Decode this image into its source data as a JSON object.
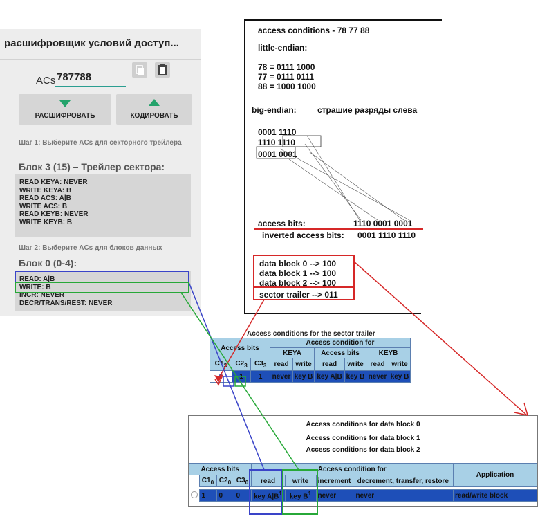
{
  "app": {
    "title": "расшифровщик условий доступ...",
    "acs_label": "ACs",
    "acs_value": "787788",
    "decode_label": "РАСШИФРОВАТЬ",
    "encode_label": "КОДИРОВАТЬ",
    "step1": "Шаг 1: Выберите ACs для секторного трейлера",
    "block3_title": "Блок 3 (15) – Трейлер сектора:",
    "trailer_lines": [
      "READ KEYA: NEVER",
      "WRITE KEYA: B",
      "READ ACS: A|B",
      "WRITE ACS: B",
      "READ KEYB: NEVER",
      "WRITE KEYB: B"
    ],
    "step2": "Шаг 2: Выберите ACs для блоков данных",
    "block0_title": "Блок 0 (0-4):",
    "data_lines": [
      "READ: A|B",
      "WRITE: B",
      "INCR: NEVER",
      "DECR/TRANS/REST: NEVER"
    ]
  },
  "note": {
    "title": "access conditions - 78 77 88",
    "little_endian": "little-endian:",
    "le_lines": [
      "78 = 0111 1000",
      "77 = 0111 0111",
      "88 = 1000 1000"
    ],
    "big_endian": "big-endian:",
    "big_endian_comment": "страшие разряды слева",
    "be_lines": [
      "0001 1110",
      "1110 1110",
      "0001 0001"
    ],
    "access_bits_label": "access bits:",
    "access_bits_value": "1110 0001 0001",
    "inverted_label": "inverted access bits:",
    "inverted_value": "0001 1110 1110",
    "data_blocks": [
      "data block 0 -->  100",
      "data block 1 -->  100",
      "data block 2 -->  100"
    ],
    "sector_trailer": "sector trailer -->  011"
  },
  "trailer_table": {
    "title": "Access conditions for the sector trailer",
    "access_bits": "Access bits",
    "condition_for": "Access condition for",
    "groups": [
      "KEYA",
      "Access bits",
      "KEYB"
    ],
    "bit_headers": [
      "C1",
      "C2",
      "C3"
    ],
    "bit_sub": "3",
    "rw": [
      "read",
      "write",
      "read",
      "write",
      "read",
      "write"
    ],
    "bits": [
      "0",
      "1",
      "1"
    ],
    "values": [
      "never",
      "key B",
      "key A|B",
      "key B",
      "never",
      "key B"
    ]
  },
  "data_table": {
    "titles": [
      "Access conditions for data block 0",
      "Access conditions for data block 1",
      "Access conditions for data block 2"
    ],
    "access_bits": "Access bits",
    "condition_for": "Access condition for",
    "application": "Application",
    "bit_headers": [
      "C1",
      "C2",
      "C3"
    ],
    "bit_sub": "0",
    "col_read": "read",
    "col_write": "write",
    "col_increment": "increment",
    "col_decrement": "decrement, transfer, restore",
    "bits": [
      "1",
      "0",
      "0"
    ],
    "v_read": "key A|B",
    "v_write": "key B",
    "v_sup": "1",
    "v_increment": "never",
    "v_decrement": "never",
    "v_application": "read/write block"
  },
  "colors": {
    "accent": "#2b9e91",
    "button_icon": "#23a36b",
    "selected_row": "#1e4fb8",
    "header": "#a8d0e6",
    "annot_red": "#d62828",
    "annot_blue": "#3a44c8",
    "annot_green": "#27a838"
  }
}
